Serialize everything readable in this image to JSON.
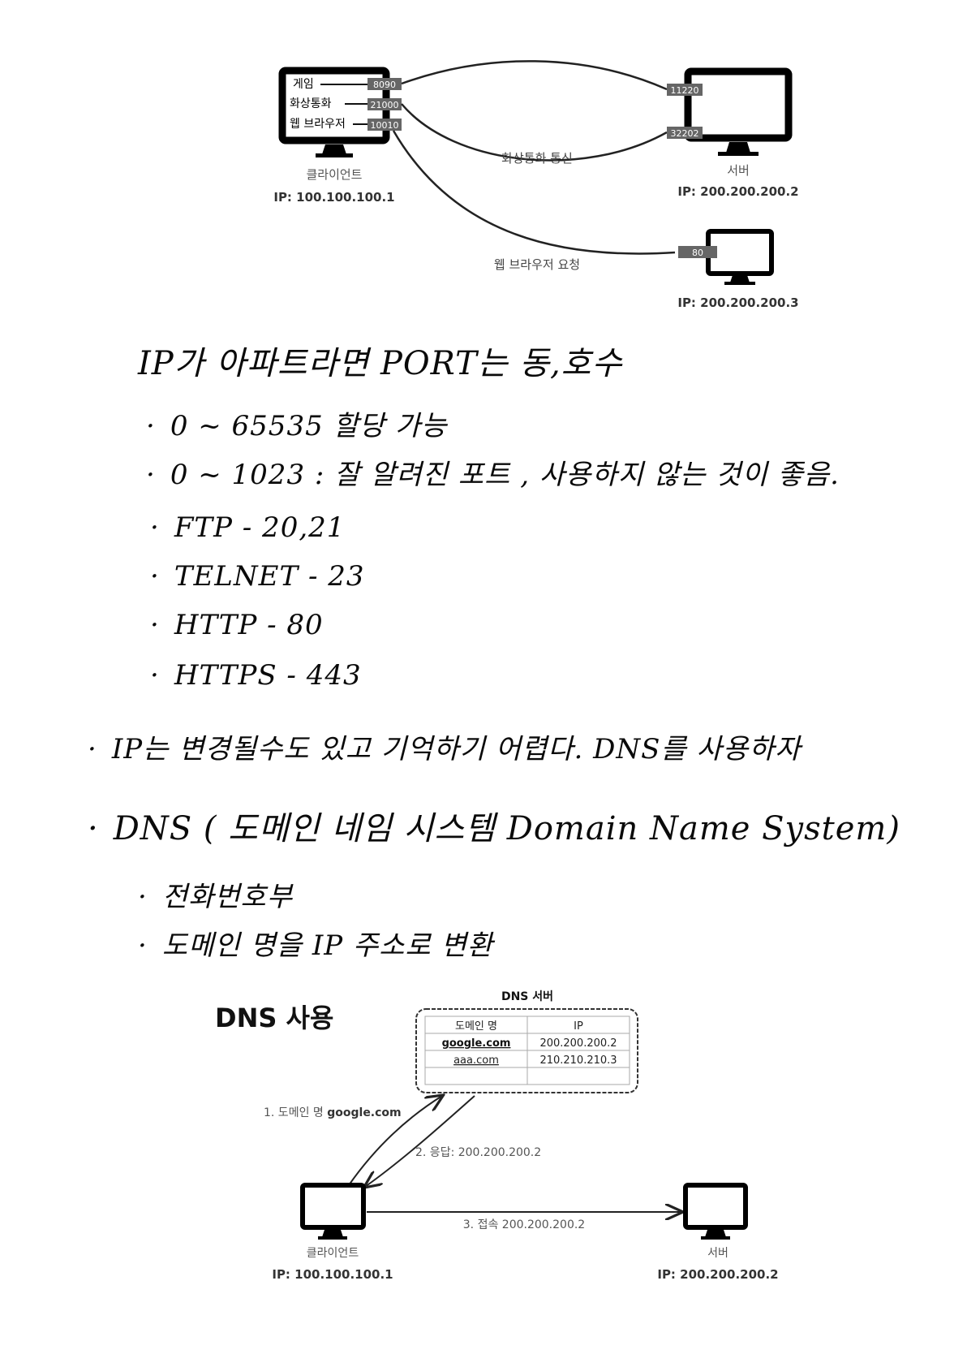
{
  "port_diagram": {
    "client_apps": [
      "게임",
      "화상통화",
      "웹 브라우저"
    ],
    "client_ports": [
      "8090",
      "21000",
      "10010"
    ],
    "client_label": "클라이언트",
    "client_ip": "IP: 100.100.100.1",
    "server_label": "서버",
    "server_ports": [
      "11220",
      "32202"
    ],
    "server_ip": "IP: 200.200.200.2",
    "video_call_label": "화상통화 통신",
    "web_request_label": "웹 브라우저 요청",
    "web_server_port": "80",
    "web_server_ip": "IP: 200.200.200.3"
  },
  "notes": {
    "heading": "IP가 아파트라면 PORT는 동,호수",
    "port_range": "0 ~ 65535 할당 가능",
    "well_known": "0 ~ 1023 : 잘 알려진 포트 , 사용하지 않는 것이 좋음.",
    "ports": [
      "FTP - 20,21",
      "TELNET - 23",
      "HTTP - 80",
      "HTTPS - 443"
    ],
    "ip_problem": "IP는 변경될수도 있고 기억하기 어렵다. DNS를 사용하자",
    "dns_title": "DNS ( 도메인 네임 시스템 Domain Name System)",
    "dns_points": [
      "전화번호부",
      "도메인 명을 IP 주소로 변환"
    ]
  },
  "dns_diagram": {
    "title": "DNS 사용",
    "server_title": "DNS 서버",
    "table_headers": [
      "도메인 명",
      "IP"
    ],
    "table_rows": [
      [
        "google.com",
        "200.200.200.2"
      ],
      [
        "aaa.com",
        "210.210.210.3"
      ],
      [
        "",
        ""
      ]
    ],
    "step1_prefix": "1. 도메인 명 ",
    "step1_domain": "google.com",
    "step2": "2. 응답: 200.200.200.2",
    "step3": "3. 접속 200.200.200.2",
    "client_label": "클라이언트",
    "client_ip": "IP: 100.100.100.1",
    "server_label": "서버",
    "server_ip": "IP: 200.200.200.2"
  }
}
